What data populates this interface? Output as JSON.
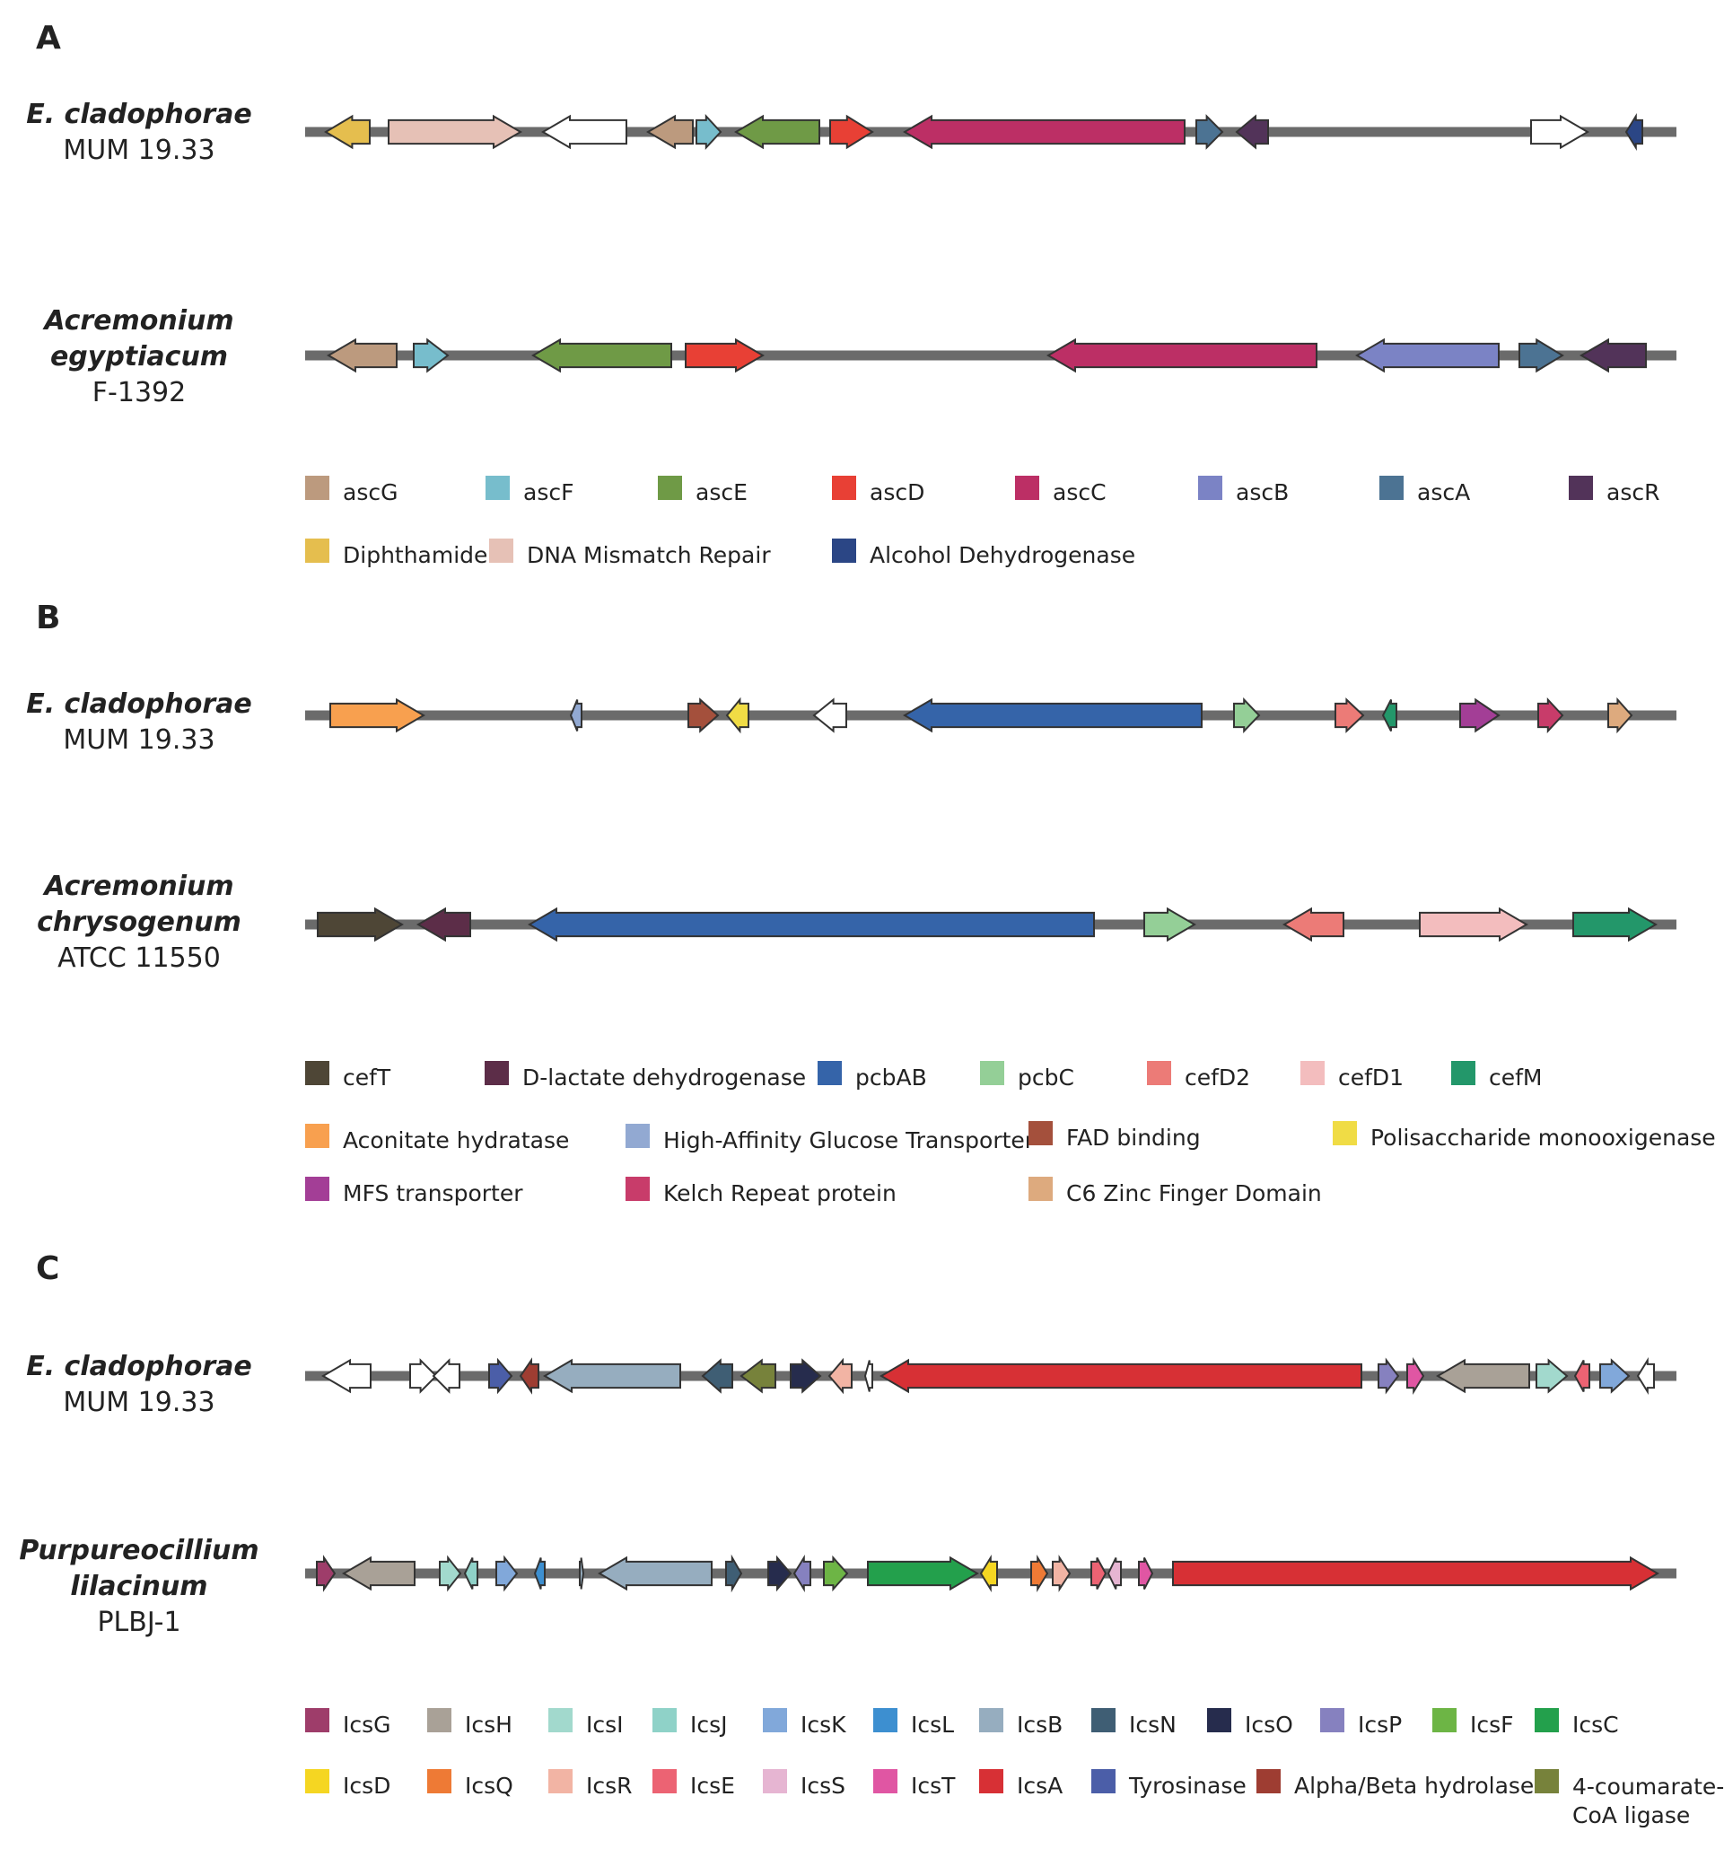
{
  "panels": [
    {
      "letter": "A",
      "organisms": [
        {
          "name_lines": [
            "E. cladophorae"
          ],
          "strain": "MUM 19.33",
          "genes": [
            {
              "s": 363,
              "e": 412,
              "d": -1,
              "c": "#E5BE4E"
            },
            {
              "s": 433,
              "e": 580,
              "d": 1,
              "c": "#E6C1B6"
            },
            {
              "s": 605,
              "e": 698,
              "d": -1,
              "c": "#FFFFFF"
            },
            {
              "s": 722,
              "e": 772,
              "d": -1,
              "c": "#BC9A7E"
            },
            {
              "s": 776,
              "e": 803,
              "d": 1,
              "c": "#77BDCC"
            },
            {
              "s": 820,
              "e": 913,
              "d": -1,
              "c": "#6F9A46"
            },
            {
              "s": 925,
              "e": 972,
              "d": 1,
              "c": "#E84035"
            },
            {
              "s": 1008,
              "e": 1320,
              "d": -1,
              "c": "#BC2F65"
            },
            {
              "s": 1333,
              "e": 1362,
              "d": 1,
              "c": "#4C7393"
            },
            {
              "s": 1378,
              "e": 1413,
              "d": -1,
              "c": "#523359"
            },
            {
              "s": 1706,
              "e": 1769,
              "d": 1,
              "c": "#FFFFFF"
            },
            {
              "s": 1812,
              "e": 1830,
              "d": -1,
              "c": "#2B4685"
            }
          ]
        },
        {
          "name_lines": [
            "Acremonium",
            "egyptiacum"
          ],
          "strain": "F-1392",
          "genes": [
            {
              "s": 366,
              "e": 442,
              "d": -1,
              "c": "#BC9A7E"
            },
            {
              "s": 461,
              "e": 499,
              "d": 1,
              "c": "#77BDCC"
            },
            {
              "s": 594,
              "e": 748,
              "d": -1,
              "c": "#6F9A46"
            },
            {
              "s": 764,
              "e": 850,
              "d": 1,
              "c": "#E84035"
            },
            {
              "s": 1168,
              "e": 1467,
              "d": -1,
              "c": "#BC2F65"
            },
            {
              "s": 1512,
              "e": 1670,
              "d": -1,
              "c": "#7B83C5"
            },
            {
              "s": 1693,
              "e": 1741,
              "d": 1,
              "c": "#4C7393"
            },
            {
              "s": 1762,
              "e": 1834,
              "d": -1,
              "c": "#523359"
            }
          ]
        }
      ],
      "legend": [
        {
          "label": "ascG",
          "color": "#BC9A7E"
        },
        {
          "label": "ascF",
          "color": "#77BDCC"
        },
        {
          "label": "ascE",
          "color": "#6F9A46"
        },
        {
          "label": "ascD",
          "color": "#E84035"
        },
        {
          "label": "ascC",
          "color": "#BC2F65"
        },
        {
          "label": "ascB",
          "color": "#7B83C5"
        },
        {
          "label": "ascA",
          "color": "#4C7393"
        },
        {
          "label": "ascR",
          "color": "#523359"
        },
        {
          "label": "Diphthamide",
          "color": "#E5BE4E"
        },
        {
          "label": "DNA Mismatch Repair",
          "color": "#E6C1B6"
        },
        {
          "label": "Alcohol Dehydrogenase",
          "color": "#2B4685"
        }
      ]
    },
    {
      "letter": "B",
      "organisms": [
        {
          "name_lines": [
            "E. cladophorae"
          ],
          "strain": "MUM 19.33",
          "genes": [
            {
              "s": 368,
              "e": 472,
              "d": 1,
              "c": "#F8A04F"
            },
            {
              "s": 636,
              "e": 648,
              "d": -1,
              "c": "#92A9D2"
            },
            {
              "s": 767,
              "e": 800,
              "d": 1,
              "c": "#A4503C"
            },
            {
              "s": 810,
              "e": 834,
              "d": -1,
              "c": "#F0DC45"
            },
            {
              "s": 907,
              "e": 943,
              "d": -1,
              "c": "#FFFFFF"
            },
            {
              "s": 1008,
              "e": 1339,
              "d": -1,
              "c": "#3564A9"
            },
            {
              "s": 1375,
              "e": 1403,
              "d": 1,
              "c": "#94CF97"
            },
            {
              "s": 1488,
              "e": 1519,
              "d": 1,
              "c": "#EC7B77"
            },
            {
              "s": 1541,
              "e": 1556,
              "d": -1,
              "c": "#23976A"
            },
            {
              "s": 1627,
              "e": 1670,
              "d": 1,
              "c": "#A33E96"
            },
            {
              "s": 1714,
              "e": 1741,
              "d": 1,
              "c": "#C83C6A"
            },
            {
              "s": 1792,
              "e": 1818,
              "d": 1,
              "c": "#DDAA7E"
            }
          ]
        },
        {
          "name_lines": [
            "Acremonium",
            "chrysogenum"
          ],
          "strain": "ATCC 11550",
          "genes": [
            {
              "s": 354,
              "e": 448,
              "d": 1,
              "c": "#4E4636"
            },
            {
              "s": 466,
              "e": 524,
              "d": -1,
              "c": "#5C2D48"
            },
            {
              "s": 590,
              "e": 1219,
              "d": -1,
              "c": "#3564A9"
            },
            {
              "s": 1275,
              "e": 1331,
              "d": 1,
              "c": "#94CF97"
            },
            {
              "s": 1431,
              "e": 1497,
              "d": -1,
              "c": "#EC7B77"
            },
            {
              "s": 1582,
              "e": 1701,
              "d": 1,
              "c": "#F3BDBE"
            },
            {
              "s": 1753,
              "e": 1845,
              "d": 1,
              "c": "#23976A"
            }
          ]
        }
      ],
      "legend": [
        {
          "label": "cefT",
          "color": "#4E4636"
        },
        {
          "label": "D-lactate dehydrogenase",
          "color": "#5C2D48"
        },
        {
          "label": "pcbAB",
          "color": "#3564A9"
        },
        {
          "label": "pcbC",
          "color": "#94CF97"
        },
        {
          "label": "cefD2",
          "color": "#EC7B77"
        },
        {
          "label": "cefD1",
          "color": "#F3BDBE"
        },
        {
          "label": "cefM",
          "color": "#23976A"
        },
        {
          "label": "Aconitate hydratase",
          "color": "#F8A04F"
        },
        {
          "label": "High-Affinity Glucose Transporter",
          "color": "#92A9D2"
        },
        {
          "label": "FAD binding",
          "color": "#A4503C"
        },
        {
          "label": "Polisaccharide monooxigenase",
          "color": "#F0DC45"
        },
        {
          "label": "MFS transporter",
          "color": "#A33E96"
        },
        {
          "label": "Kelch Repeat protein",
          "color": "#C83C6A"
        },
        {
          "label": "C6 Zinc Finger Domain",
          "color": "#DDAA7E"
        }
      ]
    },
    {
      "letter": "C",
      "organisms": [
        {
          "name_lines": [
            "E. cladophorae"
          ],
          "strain": "MUM 19.33",
          "genes": [
            {
              "s": 360,
              "e": 413,
              "d": -1,
              "c": "#FFFFFF"
            },
            {
              "s": 457,
              "e": 486,
              "d": 1,
              "c": "#FFFFFF"
            },
            {
              "s": 483,
              "e": 512,
              "d": -1,
              "c": "#FFFFFF"
            },
            {
              "s": 545,
              "e": 570,
              "d": 1,
              "c": "#4B5EA8"
            },
            {
              "s": 580,
              "e": 600,
              "d": -1,
              "c": "#9E3D32"
            },
            {
              "s": 607,
              "e": 758,
              "d": -1,
              "c": "#96ADBF"
            },
            {
              "s": 783,
              "e": 816,
              "d": -1,
              "c": "#3F5E74"
            },
            {
              "s": 826,
              "e": 864,
              "d": -1,
              "c": "#77823B"
            },
            {
              "s": 881,
              "e": 914,
              "d": 1,
              "c": "#262C4D"
            },
            {
              "s": 924,
              "e": 949,
              "d": -1,
              "c": "#F2B4A4"
            },
            {
              "s": 964,
              "e": 972,
              "d": -1,
              "c": "#FFFFFF"
            },
            {
              "s": 982,
              "e": 1517,
              "d": -1,
              "c": "#D73035"
            },
            {
              "s": 1536,
              "e": 1558,
              "d": 1,
              "c": "#8681BF"
            },
            {
              "s": 1568,
              "e": 1586,
              "d": 1,
              "c": "#E056A3"
            },
            {
              "s": 1602,
              "e": 1704,
              "d": -1,
              "c": "#A9A197"
            },
            {
              "s": 1712,
              "e": 1746,
              "d": 1,
              "c": "#A2D9CD"
            },
            {
              "s": 1755,
              "e": 1771,
              "d": -1,
              "c": "#EC6373"
            },
            {
              "s": 1783,
              "e": 1815,
              "d": 1,
              "c": "#81A8DA"
            },
            {
              "s": 1825,
              "e": 1843,
              "d": -1,
              "c": "#FFFFFF"
            }
          ]
        },
        {
          "name_lines": [
            "Purpureocillium",
            "lilacinum"
          ],
          "strain": "PLBJ-1",
          "genes": [
            {
              "s": 353,
              "e": 373,
              "d": 1,
              "c": "#9E3D6A"
            },
            {
              "s": 383,
              "e": 462,
              "d": -1,
              "c": "#A9A197"
            },
            {
              "s": 490,
              "e": 513,
              "d": 1,
              "c": "#A2D9CD"
            },
            {
              "s": 518,
              "e": 532,
              "d": -1,
              "c": "#8FD2C8"
            },
            {
              "s": 553,
              "e": 576,
              "d": 1,
              "c": "#81A8DA"
            },
            {
              "s": 596,
              "e": 607,
              "d": -1,
              "c": "#3D8FD0"
            },
            {
              "s": 646,
              "e": 650,
              "d": 1,
              "c": "#96ADBF"
            },
            {
              "s": 668,
              "e": 793,
              "d": -1,
              "c": "#96ADBF"
            },
            {
              "s": 809,
              "e": 826,
              "d": 1,
              "c": "#3F5E74"
            },
            {
              "s": 856,
              "e": 881,
              "d": 1,
              "c": "#262C4D"
            },
            {
              "s": 885,
              "e": 903,
              "d": -1,
              "c": "#8681BF"
            },
            {
              "s": 918,
              "e": 944,
              "d": 1,
              "c": "#6DB545"
            },
            {
              "s": 967,
              "e": 1089,
              "d": 1,
              "c": "#23A04C"
            },
            {
              "s": 1093,
              "e": 1111,
              "d": -1,
              "c": "#F5D622"
            },
            {
              "s": 1149,
              "e": 1167,
              "d": 1,
              "c": "#EE7A35"
            },
            {
              "s": 1173,
              "e": 1192,
              "d": 1,
              "c": "#F2B4A4"
            },
            {
              "s": 1216,
              "e": 1232,
              "d": 1,
              "c": "#EC6373"
            },
            {
              "s": 1235,
              "e": 1249,
              "d": -1,
              "c": "#E6B5D2"
            },
            {
              "s": 1269,
              "e": 1284,
              "d": 1,
              "c": "#E056A3"
            },
            {
              "s": 1307,
              "e": 1847,
              "d": 1,
              "c": "#D73035"
            }
          ]
        }
      ],
      "legend": [
        {
          "label": "IcsG",
          "color": "#9E3D6A"
        },
        {
          "label": "IcsH",
          "color": "#A9A197"
        },
        {
          "label": "IcsI",
          "color": "#A2D9CD"
        },
        {
          "label": "IcsJ",
          "color": "#8FD2C8"
        },
        {
          "label": "IcsK",
          "color": "#81A8DA"
        },
        {
          "label": "IcsL",
          "color": "#3D8FD0"
        },
        {
          "label": "IcsB",
          "color": "#96ADBF"
        },
        {
          "label": "IcsN",
          "color": "#3F5E74"
        },
        {
          "label": "IcsO",
          "color": "#262C4D"
        },
        {
          "label": "IcsP",
          "color": "#8681BF"
        },
        {
          "label": "IcsF",
          "color": "#6DB545"
        },
        {
          "label": "IcsC",
          "color": "#23A04C"
        },
        {
          "label": "IcsD",
          "color": "#F5D622"
        },
        {
          "label": "IcsQ",
          "color": "#EE7A35"
        },
        {
          "label": "IcsR",
          "color": "#F2B4A4"
        },
        {
          "label": "IcsE",
          "color": "#EC6373"
        },
        {
          "label": "IcsS",
          "color": "#E6B5D2"
        },
        {
          "label": "IcsT",
          "color": "#E056A3"
        },
        {
          "label": "IcsA",
          "color": "#D73035"
        },
        {
          "label": "Tyrosinase",
          "color": "#4B5EA8"
        },
        {
          "label": "Alpha/Beta hydrolase",
          "color": "#9E3D32"
        },
        {
          "label": "4-coumarate-CoA ligase",
          "color": "#77823B"
        }
      ]
    }
  ]
}
